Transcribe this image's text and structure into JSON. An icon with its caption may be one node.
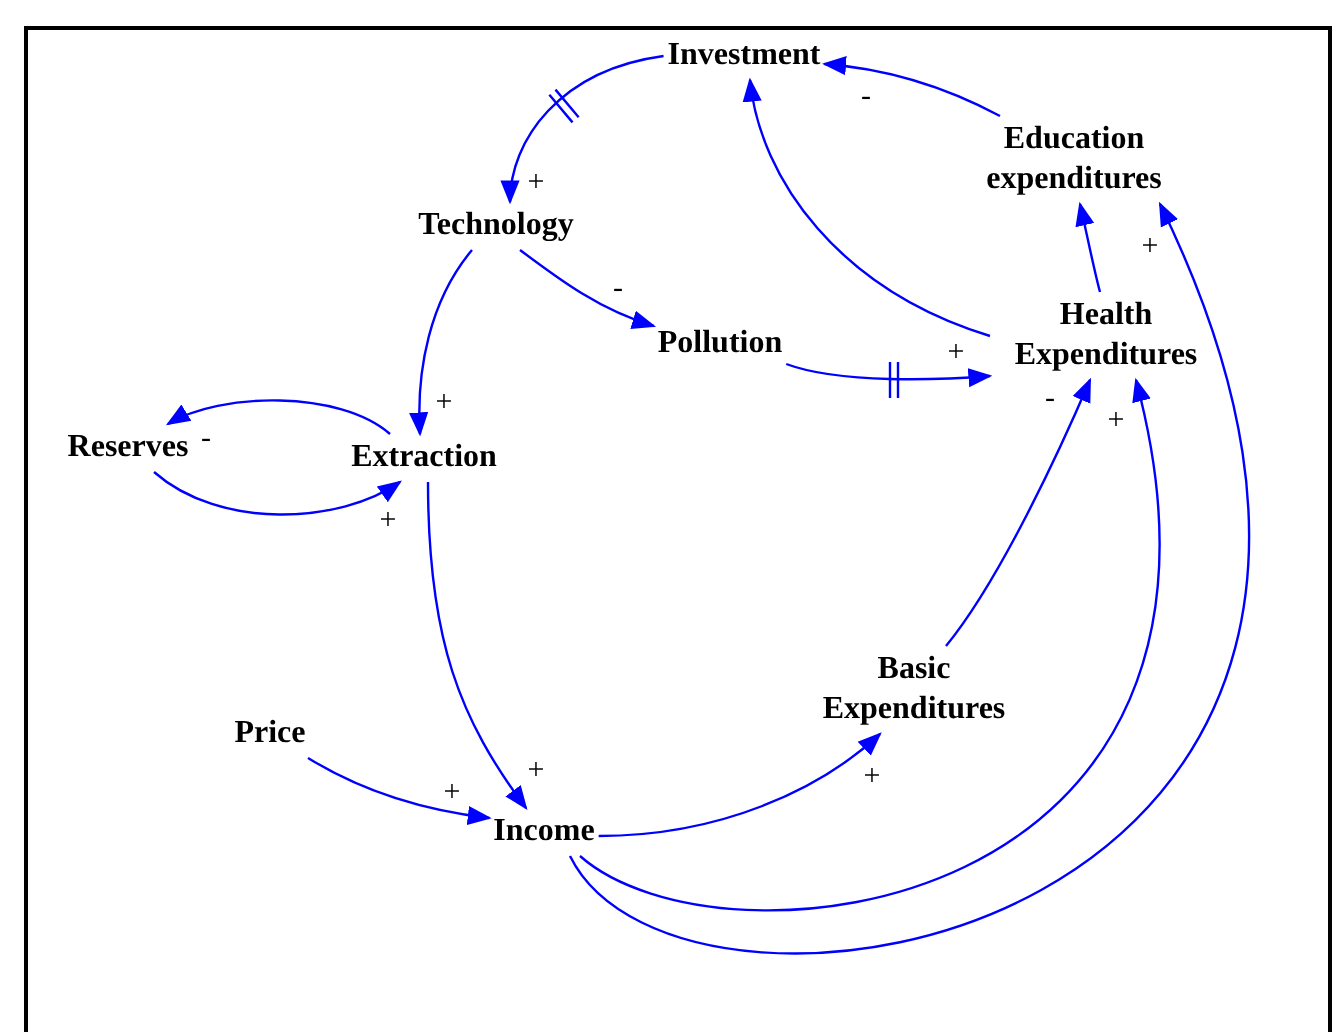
{
  "diagram": {
    "nodes": [
      {
        "text": [
          "Investment"
        ]
      },
      {
        "text": [
          "Education expenditures"
        ]
      },
      {
        "text": [
          "Technology"
        ]
      },
      {
        "text": [
          "Pollution"
        ]
      },
      {
        "text": [
          "Health Expenditures"
        ]
      },
      {
        "text": [
          "Reserves"
        ]
      },
      {
        "text": [
          "Extraction"
        ]
      },
      {
        "text": [
          "Price"
        ]
      },
      {
        "text": [
          "Basic Expenditures"
        ]
      },
      {
        "text": [
          "Income"
        ]
      }
    ],
    "edges": [
      {
        "from": 0,
        "to": 2,
        "arrow": "to",
        "label": "+"
      },
      {
        "from": 1,
        "to": 0,
        "arrow": "to",
        "label": "-"
      },
      {
        "from": 4,
        "to": 0,
        "arrow": "to"
      },
      {
        "from": 4,
        "to": 1,
        "arrow": "to"
      },
      {
        "from": 2,
        "to": 3,
        "arrow": "to",
        "label": "-"
      },
      {
        "from": 2,
        "to": 6,
        "arrow": "to",
        "label": "+"
      },
      {
        "from": 3,
        "to": 4,
        "arrow": "to",
        "label": "+"
      },
      {
        "from": 6,
        "to": 5,
        "arrow": "to",
        "label": "-"
      },
      {
        "from": 5,
        "to": 6,
        "arrow": "to",
        "label": "+"
      },
      {
        "from": 6,
        "to": 9,
        "arrow": "to",
        "label": "+"
      },
      {
        "from": 7,
        "to": 9,
        "arrow": "to",
        "label": "+"
      },
      {
        "from": 9,
        "to": 8,
        "arrow": "to",
        "label": "+"
      },
      {
        "from": 8,
        "to": 4,
        "arrow": "to",
        "label": "-"
      },
      {
        "from": 9,
        "to": 4,
        "arrow": "to",
        "label": "+"
      },
      {
        "from": 9,
        "to": 1,
        "arrow": "to",
        "label": "+"
      }
    ]
  }
}
